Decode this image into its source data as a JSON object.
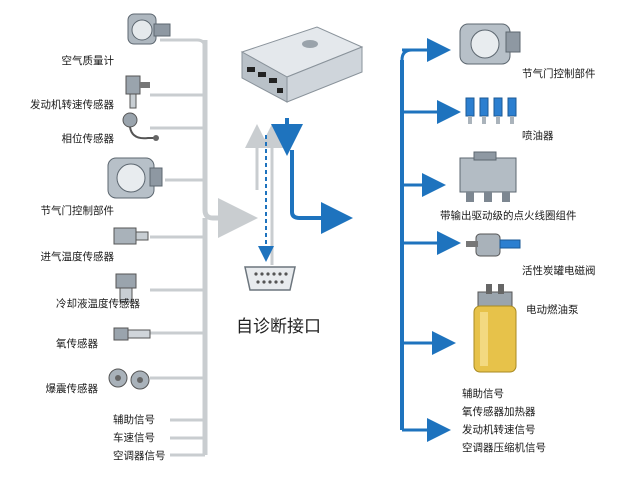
{
  "inputs": [
    {
      "label": "空气质量计",
      "icon": "airflow-meter-icon"
    },
    {
      "label": "发动机转速传感器",
      "icon": "crank-sensor-icon"
    },
    {
      "label": "相位传感器",
      "icon": "cam-sensor-icon"
    },
    {
      "label": "节气门控制部件",
      "icon": "throttle-body-icon"
    },
    {
      "label": "进气温度传感器",
      "icon": "temp-sensor-icon"
    },
    {
      "label": "冷却液温度传感器",
      "icon": "coolant-sensor-icon"
    },
    {
      "label": "氧传感器",
      "icon": "oxygen-sensor-icon"
    },
    {
      "label": "爆震传感器",
      "icon": "knock-sensor-icon"
    }
  ],
  "input_signals": [
    "辅助信号",
    "车速信号",
    "空调器信号"
  ],
  "center_label": "自诊断接口",
  "outputs": [
    {
      "label": "节气门控制部件",
      "icon": "throttle-body-icon"
    },
    {
      "label": "喷油器",
      "icon": "injector-icon"
    },
    {
      "label": "带输出驱动级的点火线圈组件",
      "icon": "ignition-coil-icon"
    },
    {
      "label": "活性炭罐电磁阀",
      "icon": "solenoid-valve-icon"
    },
    {
      "label": "电动燃油泵",
      "icon": "fuel-pump-icon"
    }
  ],
  "output_signals": [
    "辅助信号",
    "氧传感器加热器",
    "发动机转速信号",
    "空调器压缩机信号"
  ],
  "colors": {
    "input_line": "#c9cdd0",
    "output_line": "#1e73be",
    "ecu": "#d8dde3"
  }
}
